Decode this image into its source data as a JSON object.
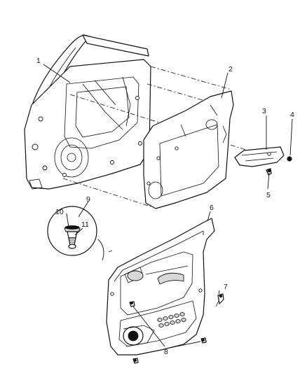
{
  "callouts": [
    {
      "id": "c1",
      "text": "1"
    },
    {
      "id": "c2",
      "text": "2"
    },
    {
      "id": "c3",
      "text": "3"
    },
    {
      "id": "c4",
      "text": "4"
    },
    {
      "id": "c5",
      "text": "5"
    },
    {
      "id": "c6",
      "text": "6"
    },
    {
      "id": "c7",
      "text": "7"
    },
    {
      "id": "c8",
      "text": "8"
    },
    {
      "id": "c9",
      "text": "9"
    },
    {
      "id": "c10",
      "text": "10"
    },
    {
      "id": "c11",
      "text": "11"
    }
  ]
}
